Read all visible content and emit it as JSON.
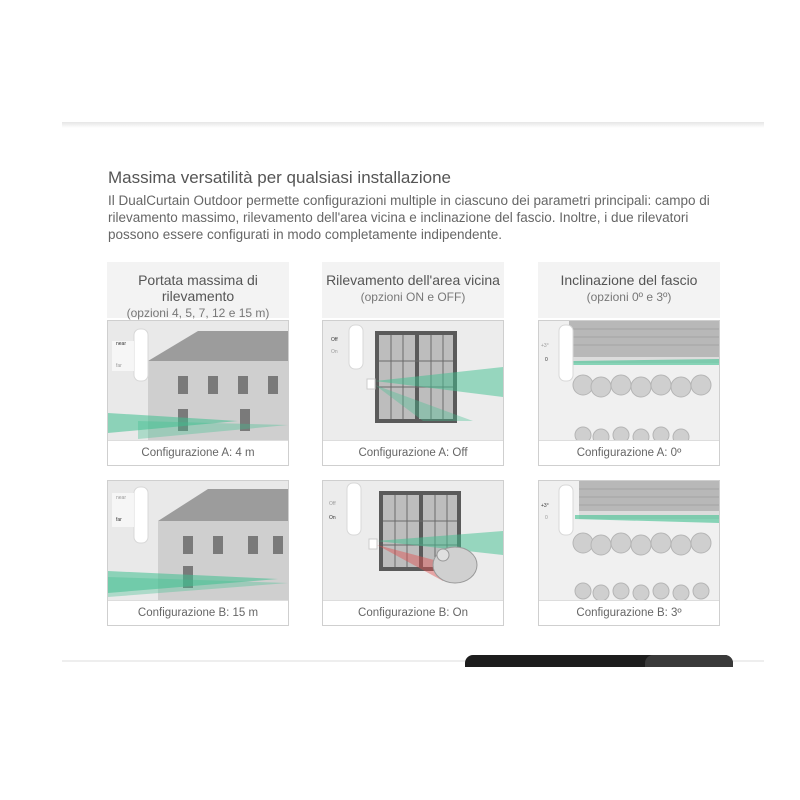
{
  "section": {
    "title": "Massima versatilità per qualsiasi installazione",
    "intro": "Il DualCurtain Outdoor permette configurazioni multiple in ciascuno dei parametri principali: campo di rilevamento massimo, rilevamento dell'area vicina e inclinazione del fascio. Inoltre, i due rilevatori possono essere configurati in modo completamente indipendente."
  },
  "columns": [
    {
      "title": "Portata massima di rilevamento",
      "subtitle": "(opzioni 4, 5, 7, 12 e 15 m)",
      "switch_labels": [
        "near",
        "far"
      ],
      "card_a": {
        "caption": "Configurazione A: 4 m"
      },
      "card_b": {
        "caption": "Configurazione B: 15 m"
      }
    },
    {
      "title": "Rilevamento dell'area vicina",
      "subtitle": "(opzioni ON e OFF)",
      "switch_labels": [
        "Off",
        "On"
      ],
      "card_a": {
        "caption": "Configurazione A: Off"
      },
      "card_b": {
        "caption": "Configurazione B: On"
      }
    },
    {
      "title": "Inclinazione del fascio",
      "subtitle": "(opzioni 0º e 3º)",
      "switch_labels": [
        "+3°",
        "0"
      ],
      "card_a": {
        "caption": "Configurazione A: 0º"
      },
      "card_b": {
        "caption": "Configurazione B: 3º"
      }
    }
  ],
  "colors": {
    "beam": "#3fbf8f",
    "red_beam": "#e05050",
    "house_wall": "#c9c9c9",
    "roof": "#9c9c9c"
  }
}
